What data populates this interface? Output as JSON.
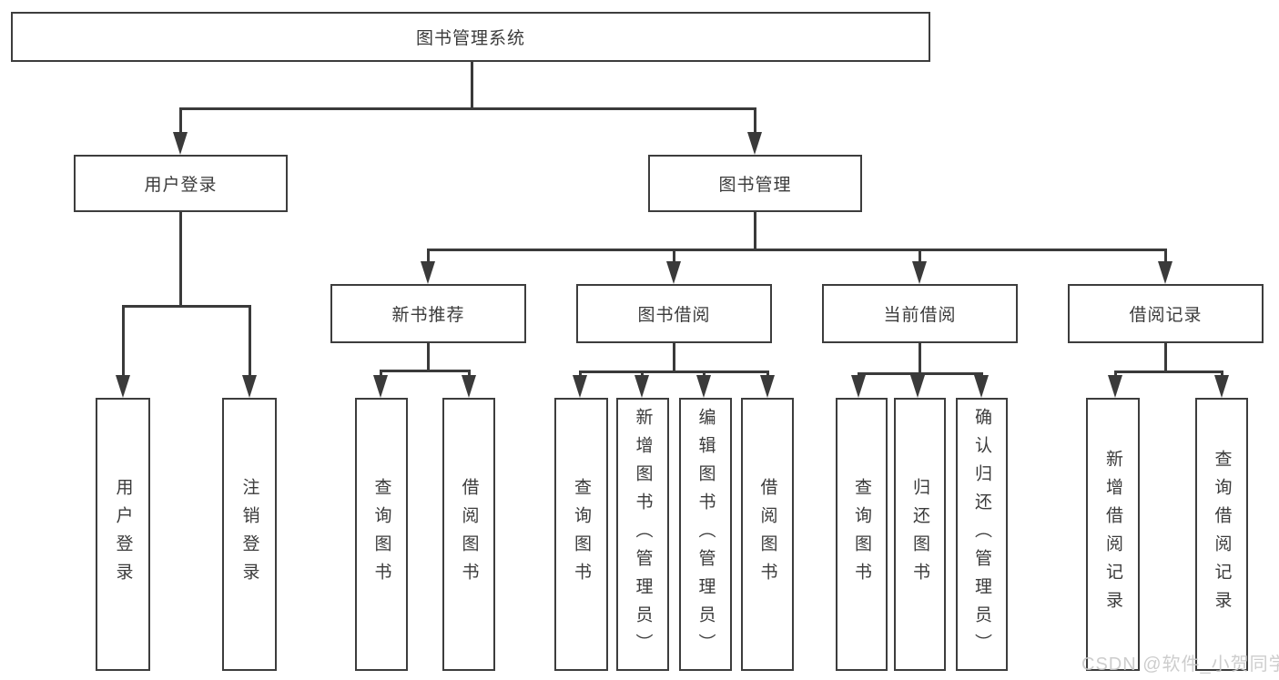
{
  "diagram": {
    "title": "图书管理系统",
    "watermark": "CSDN @软件_小贺同学",
    "colors": {
      "background": "#ffffff",
      "box_border": "#3d3d3d",
      "line": "#3a3a3a",
      "text": "#3b3b3b",
      "watermark_text": "#c9c9c9"
    },
    "root": {
      "label": "图书管理系统"
    },
    "level1": [
      {
        "id": "user-login",
        "label": "用户登录"
      },
      {
        "id": "book-management",
        "label": "图书管理"
      }
    ],
    "level2": [
      {
        "id": "new-book-recommend",
        "parent": "book-management",
        "label": "新书推荐"
      },
      {
        "id": "book-borrow",
        "parent": "book-management",
        "label": "图书借阅"
      },
      {
        "id": "current-borrow",
        "parent": "book-management",
        "label": "当前借阅"
      },
      {
        "id": "borrow-records",
        "parent": "book-management",
        "label": "借阅记录"
      }
    ],
    "leaves": [
      {
        "parent": "user-login",
        "label": "用户登录"
      },
      {
        "parent": "user-login",
        "label": "注销登录"
      },
      {
        "parent": "new-book-recommend",
        "label": "查询图书"
      },
      {
        "parent": "new-book-recommend",
        "label": "借阅图书"
      },
      {
        "parent": "book-borrow",
        "label": "查询图书"
      },
      {
        "parent": "book-borrow",
        "label": "新增图书（管理员）"
      },
      {
        "parent": "book-borrow",
        "label": "编辑图书（管理员）"
      },
      {
        "parent": "book-borrow",
        "label": "借阅图书"
      },
      {
        "parent": "current-borrow",
        "label": "查询图书"
      },
      {
        "parent": "current-borrow",
        "label": "归还图书"
      },
      {
        "parent": "current-borrow",
        "label": "确认归还（管理员）"
      },
      {
        "parent": "borrow-records",
        "label": "新增借阅记录"
      },
      {
        "parent": "borrow-records",
        "label": "查询借阅记录"
      }
    ]
  }
}
